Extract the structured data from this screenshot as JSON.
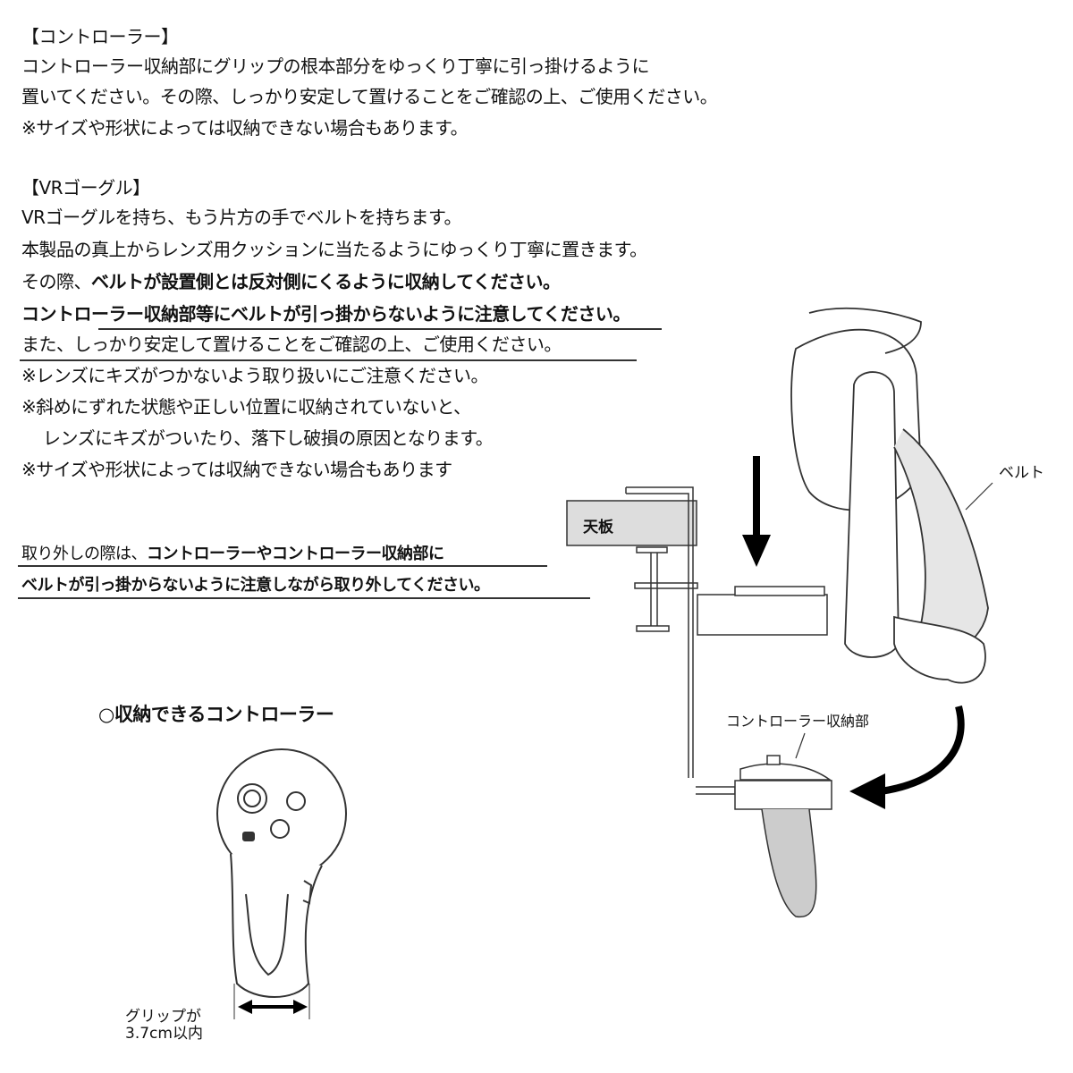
{
  "controller_section": {
    "heading": "【コントローラー】",
    "lines": [
      "コントローラー収納部にグリップの根本部分をゆっくり丁寧に引っ掛けるように",
      "置いてください。その際、しっかり安定して置けることをご確認の上、ご使用ください。",
      "※サイズや形状によっては収納できない場合もあります。"
    ]
  },
  "vr_section": {
    "heading": "【VRゴーグル】",
    "line1": "VRゴーグルを持ち、もう片方の手でベルトを持ちます。",
    "line2": "本製品の真上からレンズ用クッションに当たるようにゆっくり丁寧に置きます。",
    "line3_prefix": "その際、",
    "line3_bold": "ベルトが設置側とは反対側にくるように収納してください。",
    "line4_bold": "コントローラー収納部等にベルトが引っ掛からないように注意してください。",
    "line5": "また、しっかり安定して置けることをご確認の上、ご使用ください。",
    "note1": "※レンズにキズがつかないよう取り扱いにご注意ください。",
    "note2a": "※斜めにずれた状態や正しい位置に収納されていないと、",
    "note2b": "レンズにキズがついたり、落下し破損の原因となります。",
    "note3": "※サイズや形状によっては収納できない場合もあります"
  },
  "removal": {
    "prefix": "取り外しの際は、",
    "bold1": "コントローラーやコントローラー収納部に",
    "bold2": "ベルトが引っ掛からないように注意しながら取り外してください。"
  },
  "compatible_title": "○収納できるコントローラー",
  "grip_label": [
    "グリップが",
    "3.7cm以内"
  ],
  "diagram_labels": {
    "tabletop": "天板",
    "belt": "ベルト",
    "controller_holder": "コントローラー収納部"
  }
}
